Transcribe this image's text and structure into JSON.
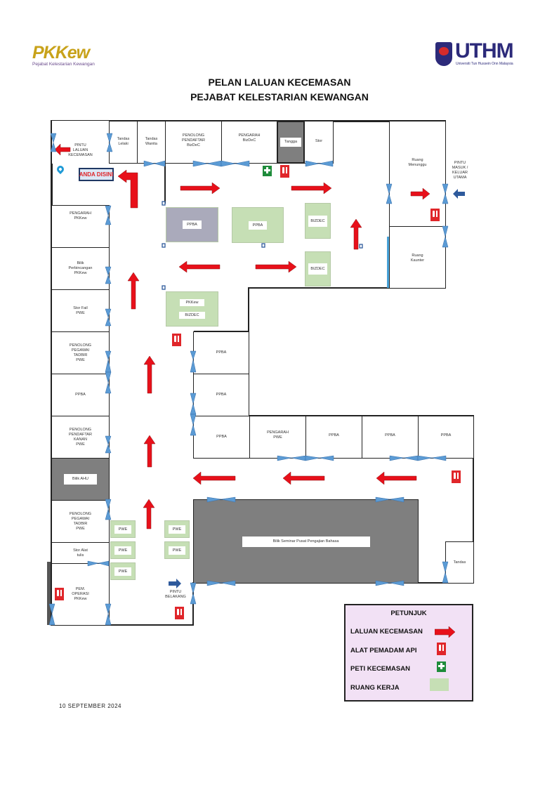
{
  "header": {
    "title_line1": "PELAN LALUAN KECEMASAN",
    "title_line2": "PEJABAT KELESTARIAN KEWANGAN",
    "logo_left": {
      "name": "PKKew",
      "tagline": "Pejabat Kelestarian Kewangan"
    },
    "logo_right": {
      "name": "UTHM",
      "tagline": "Universiti Tun Hussein Onn Malaysia"
    }
  },
  "rooms": {
    "pintu_laluan": "PINTU\nLALUAN\nKECEMASAN",
    "tandas_lelaki": "Tandas\nLelaki",
    "tandas_wanita": "Tandas\nWanita",
    "penolong_pendaftar_bizdec": "PENOLONG\nPENDAFTAR\nBizDeC",
    "pengarah_bizdec": "PENGARAH\nBizDeC",
    "tangga": "Tangga",
    "stor": "Stor",
    "ruang_menunggu": "Ruang\nMenunggu",
    "ruang_kaunter": "Ruang\nKaunter",
    "pengarah_pkkew": "PENGARAH\nPKKew",
    "bilik_perbincangan": "Bilik\nPerbincangan\nPKKew",
    "stor_fail": "Stor Fail\nPWE",
    "penolong_pegawai_tadbir_1": "PENOLONG\nPEGAWAI\nTADBIR\nPWE",
    "ppba_left": "PPBA",
    "penolong_pendaftar_kanan": "PENOLONG\nPENDAFTAR\nKANAN\nPWE",
    "bilik_ahu": "Bilik AHU",
    "penolong_pegawai_tadbir_2": "PENOLONG\nPEGAWAI\nTADBIR\nPWE",
    "stor_alat_tulis": "Stor Alat\ntulis",
    "pem_operasi": "PEM.\nOPERASI\nPKKew",
    "ppba_mid_1": "PPBA",
    "ppba_mid_2": "PPBA",
    "ppba_mid_3": "PPBA",
    "pengarah_pwe": "PENGARAH\nPWE",
    "ppba_row_1": "PPBA",
    "ppba_row_2": "PPBA",
    "ppba_row_3": "PPBA",
    "bilik_seminar": "Bilik Seminar Pusat Pengajian Bahasa",
    "tandas": "Tandas"
  },
  "workstations": {
    "ppba_1": "PPBA",
    "ppba_2": "PPBA",
    "bizdec_1": "BIZDEC",
    "bizdec_2": "BIZDEC",
    "pkkew": "PKKew",
    "bizdec_3": "BIZDEC",
    "pwe_1": "PWE",
    "pwe_2": "PWE",
    "pwe_3": "PWE",
    "pwe_4": "PWE",
    "pwe_5": "PWE"
  },
  "markers": {
    "you_are_here": "ANDA DISINI",
    "main_door": "PINTU\nMASUK /\nKELUAR\nUTAMA",
    "back_door": "PINTU\nBELAKANG"
  },
  "legend": {
    "title": "PETUNJUK",
    "items": [
      "LALUAN KECEMASAN",
      "ALAT PEMADAM API",
      "PETI KECEMASAN",
      "RUANG KERJA"
    ]
  },
  "colors": {
    "exit_route": "#e8101a",
    "door": "#4a8fd0",
    "workspace": "#c6dfb5",
    "restricted": "#7f7f7f",
    "legend_bg": "#f2e1f5"
  },
  "footer": {
    "date": "10 SEPTEMBER 2024"
  }
}
